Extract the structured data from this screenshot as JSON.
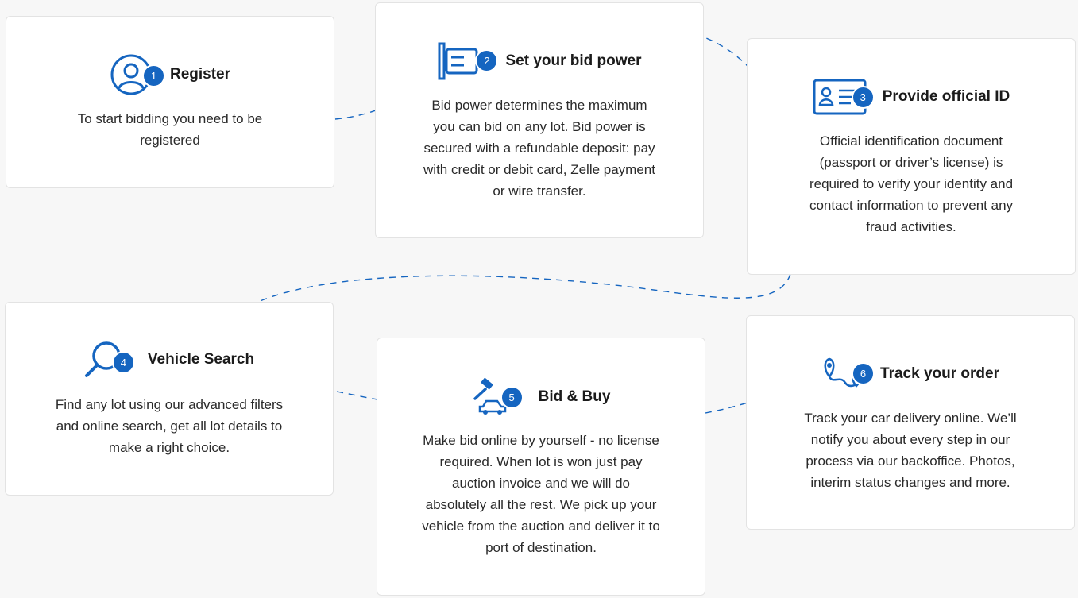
{
  "accent": "#1565c0",
  "steps": [
    {
      "number": "1",
      "title": "Register",
      "icon": "user-icon",
      "description": "To start bidding you need to be registered"
    },
    {
      "number": "2",
      "title": "Set your bid power",
      "icon": "card-payment-icon",
      "description": "Bid power determines the maximum you can bid on any lot. Bid power is secured with a refundable deposit: pay with credit or debit card, Zelle payment or wire transfer."
    },
    {
      "number": "3",
      "title": "Provide official ID",
      "icon": "id-card-icon",
      "description": "Official identification document (passport or driver’s license) is required to verify your identity and contact information to prevent any fraud activities."
    },
    {
      "number": "4",
      "title": "Vehicle Search",
      "icon": "magnifier-icon",
      "description": "Find any lot using our advanced filters and online search, get all lot details to make a right choice."
    },
    {
      "number": "5",
      "title": "Bid & Buy",
      "icon": "gavel-car-icon",
      "description": "Make bid online by yourself - no license required. When lot is won just pay auction invoice and we will do absolutely all the rest. We pick up your vehicle from the auction and deliver it to port of destination."
    },
    {
      "number": "6",
      "title": "Track your order",
      "icon": "route-pin-icon",
      "description": "Track your car delivery online. We’ll notify you about every step in our process via our backoffice. Photos, interim status changes and more."
    }
  ]
}
